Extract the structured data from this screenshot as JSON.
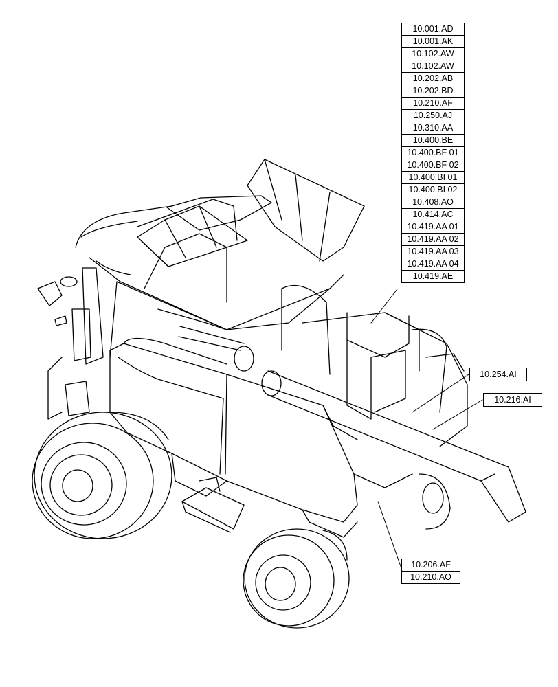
{
  "reference_list": [
    "10.001.AD",
    "10.001.AK",
    "10.102.AW",
    "10.102.AW",
    "10.202.AB",
    "10.202.BD",
    "10.210.AF",
    "10.250.AJ",
    "10.310.AA",
    "10.400.BE",
    "10.400.BF 01",
    "10.400.BF 02",
    "10.400.BI 01",
    "10.400.BI 02",
    "10.408.AO",
    "10.414.AC",
    "10.419.AA 01",
    "10.419.AA 02",
    "10.419.AA 03",
    "10.419.AA 04",
    "10.419.AE"
  ],
  "callouts": {
    "c1": "10.254.AI",
    "c2": "10.216.AI",
    "bottom": [
      "10.206.AF",
      "10.210.AO"
    ]
  },
  "colors": {
    "line": "#000000",
    "background": "#ffffff"
  }
}
